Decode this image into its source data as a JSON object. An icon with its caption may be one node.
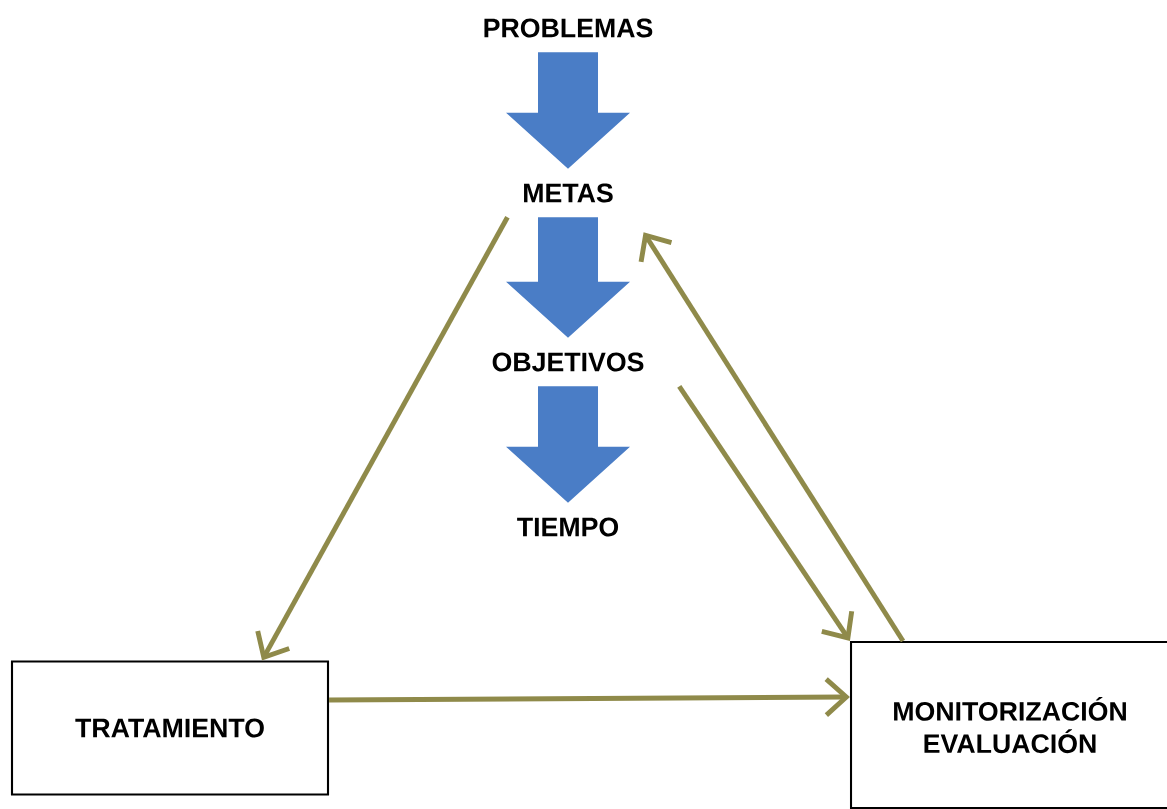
{
  "diagram": {
    "nodes": [
      {
        "text": [
          "PROBLEMAS"
        ]
      },
      {
        "text": [
          "METAS"
        ]
      },
      {
        "text": [
          "OBJETIVOS"
        ]
      },
      {
        "text": [
          "TIEMPO"
        ]
      },
      {
        "text": [
          "TRATAMIENTO"
        ]
      },
      {
        "text": [
          "MONITORIZACIÓN EVALUACIÓN"
        ]
      }
    ],
    "edges": [
      {
        "from": 0,
        "to": 1,
        "arrow": "to",
        "style": "thick",
        "color": "#4a7dc6"
      },
      {
        "from": 1,
        "to": 2,
        "arrow": "to",
        "style": "thick",
        "color": "#4a7dc6"
      },
      {
        "from": 2,
        "to": 3,
        "arrow": "to",
        "style": "thick",
        "color": "#4a7dc6"
      },
      {
        "from": 1,
        "to": 4,
        "arrow": "to"
      },
      {
        "from": 4,
        "to": 5,
        "arrow": "to"
      },
      {
        "from": 2,
        "to": 5,
        "arrow": "to"
      },
      {
        "from": 5,
        "to": 1,
        "arrow": "to"
      }
    ]
  }
}
